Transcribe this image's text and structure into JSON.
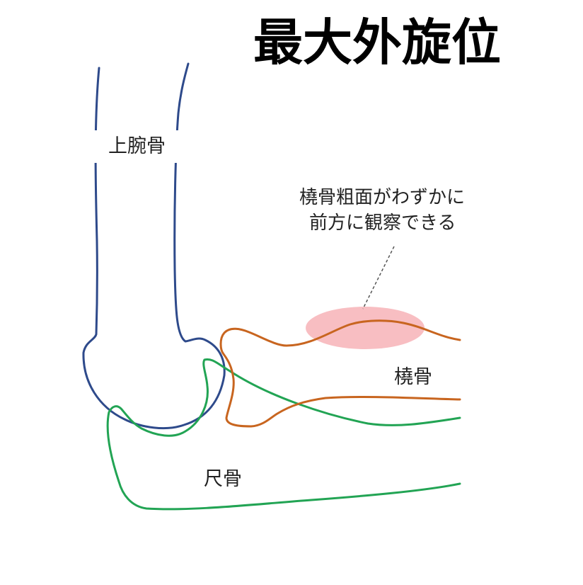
{
  "title": "最大外旋位",
  "labels": {
    "humerus": "上腕骨",
    "radius": "橈骨",
    "ulna": "尺骨"
  },
  "callout": {
    "line1": "橈骨粗面がわずかに",
    "line2": "前方に観察できる"
  },
  "colors": {
    "humerus": "#2e4a8b",
    "radius": "#c8651f",
    "ulna": "#22a454",
    "highlight": "#f5a8ae",
    "leader": "#555555"
  }
}
